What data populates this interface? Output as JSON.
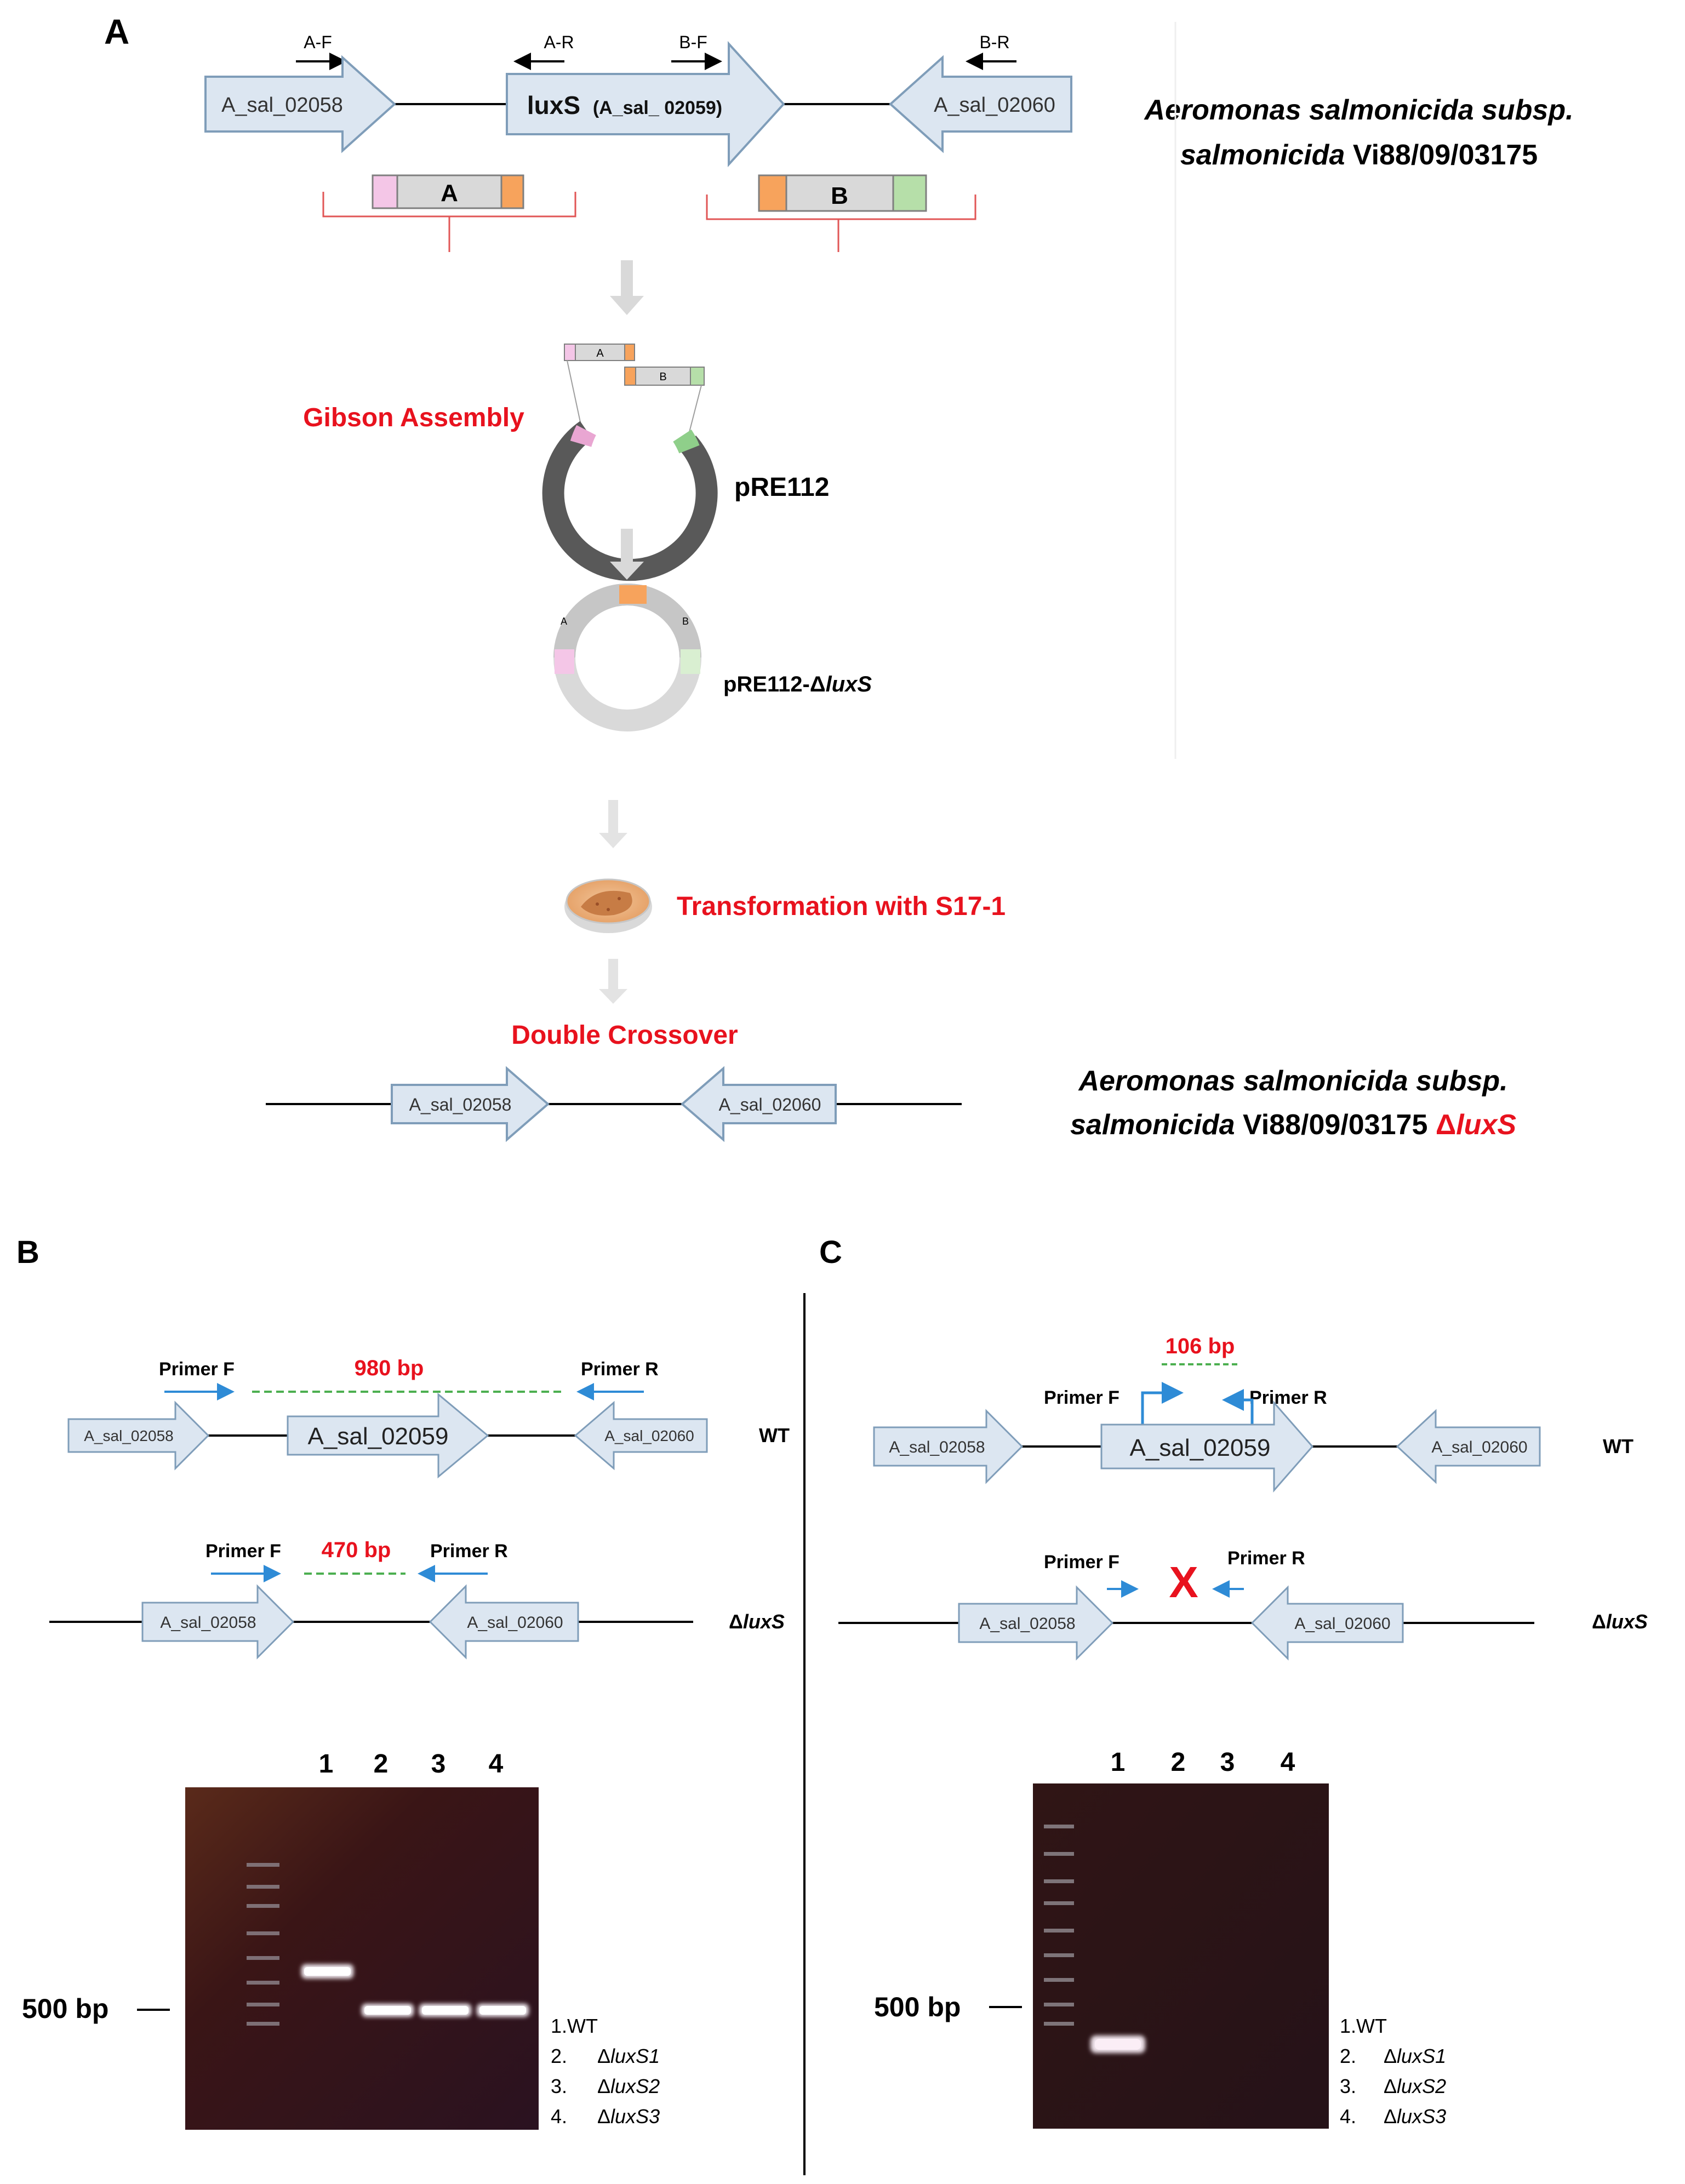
{
  "panel_a": {
    "letter": "A",
    "primers": {
      "af": "A-F",
      "ar": "A-R",
      "bf": "B-F",
      "br": "B-R"
    },
    "genes": {
      "g58": "A_sal_02058",
      "luxs_main": "luxS",
      "luxs_sub": "(A_sal_ 02059)",
      "g60": "A_sal_02060"
    },
    "fragments": {
      "a": "A",
      "b": "B"
    },
    "organism": {
      "line1": "Aeromonas salmonicida subsp.",
      "line2_italic": "salmonicida",
      "line2_rest": " Vi88/09/03175"
    },
    "step_gibson": "Gibson Assembly",
    "plasmid1": "pRE112",
    "plasmid2_prefix": "pRE112-Δ",
    "plasmid2_italic": "luxS",
    "step_transformation": "Transformation with S17-1",
    "step_crossover": "Double Crossover",
    "mutant_organism": {
      "line1": "Aeromonas salmonicida subsp.",
      "line2_italic": "salmonicida",
      "line2_rest": " Vi88/09/03175 ",
      "suffix_prefix": "Δ",
      "suffix_italic": "luxS"
    }
  },
  "panel_b": {
    "letter": "B",
    "primer_f": "Primer F",
    "primer_r": "Primer R",
    "wt_size": "980 bp",
    "mut_size": "470 bp",
    "g58": "A_sal_02058",
    "g59": "A_sal_02059",
    "g60": "A_sal_02060",
    "wt_label": "WT",
    "mut_prefix": "Δ",
    "mut_italic": "luxS",
    "lanes": [
      "1",
      "2",
      "3",
      "4"
    ],
    "marker": "500 bp",
    "legend": [
      {
        "num": "1.",
        "prefix": "",
        "name": "WT"
      },
      {
        "num": "2.",
        "prefix": "Δ",
        "name": "luxS1"
      },
      {
        "num": "3.",
        "prefix": "Δ",
        "name": "luxS2"
      },
      {
        "num": "4.",
        "prefix": "Δ",
        "name": "luxS3"
      }
    ]
  },
  "panel_c": {
    "letter": "C",
    "primer_f": "Primer F",
    "primer_r": "Primer R",
    "wt_size": "106 bp",
    "no_product": "X",
    "g58": "A_sal_02058",
    "g59": "A_sal_02059",
    "g60": "A_sal_02060",
    "wt_label": "WT",
    "mut_prefix": "Δ",
    "mut_italic": "luxS",
    "lanes": [
      "1",
      "2",
      "3",
      "4"
    ],
    "marker": "500 bp",
    "legend": [
      {
        "num": "1.",
        "prefix": "",
        "name": "WT"
      },
      {
        "num": "2.",
        "prefix": "Δ",
        "name": "luxS1"
      },
      {
        "num": "3.",
        "prefix": "Δ",
        "name": "luxS2"
      },
      {
        "num": "4.",
        "prefix": "Δ",
        "name": "luxS3"
      }
    ]
  },
  "colors": {
    "gene_fill": "#dce6f1",
    "gene_stroke": "#7f9db9",
    "red_text": "#e8121e",
    "primer_blue": "#2e8bd6",
    "pcr_green": "#4caf50",
    "frag_pink": "#f4c6e7",
    "frag_orange": "#f7a35c",
    "frag_green": "#b6dfa9",
    "frag_grey": "#d9d9d9",
    "gel_dark": "#2a1010"
  }
}
